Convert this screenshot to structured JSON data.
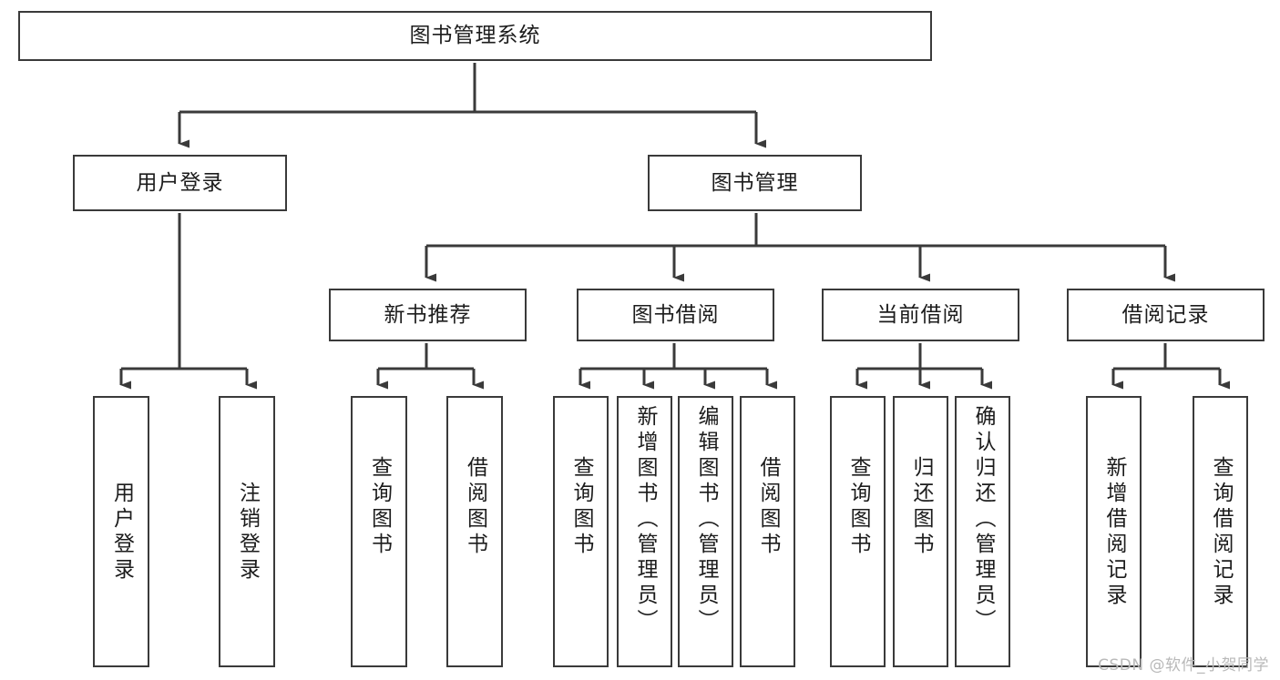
{
  "diagram": {
    "title": "图书管理系统",
    "type": "tree-hierarchy-chart",
    "watermark": "CSDN @软件_小贺同学",
    "colors": {
      "border": "#3a3a3a",
      "background": "#ffffff",
      "text": "#1c1c1c",
      "connector": "#3a3a3a",
      "watermark": "#b9b9b9"
    },
    "root": {
      "label": "图书管理系统"
    },
    "level2": [
      {
        "label": "用户登录"
      },
      {
        "label": "图书管理"
      }
    ],
    "level3": [
      {
        "label": "新书推荐"
      },
      {
        "label": "图书借阅"
      },
      {
        "label": "当前借阅"
      },
      {
        "label": "借阅记录"
      }
    ],
    "leaves": {
      "user_login": [
        {
          "label": "用户登录"
        },
        {
          "label": "注销登录"
        }
      ],
      "new_book_recommend": [
        {
          "label": "查询图书"
        },
        {
          "label": "借阅图书"
        }
      ],
      "book_borrow": [
        {
          "label": "查询图书"
        },
        {
          "label": "新增图书（管理员）"
        },
        {
          "label": "编辑图书（管理员）"
        },
        {
          "label": "借阅图书"
        }
      ],
      "current_borrow": [
        {
          "label": "查询图书"
        },
        {
          "label": "归还图书"
        },
        {
          "label": "确认归还（管理员）"
        }
      ],
      "borrow_records": [
        {
          "label": "新增借阅记录"
        },
        {
          "label": "查询借阅记录"
        }
      ]
    }
  }
}
